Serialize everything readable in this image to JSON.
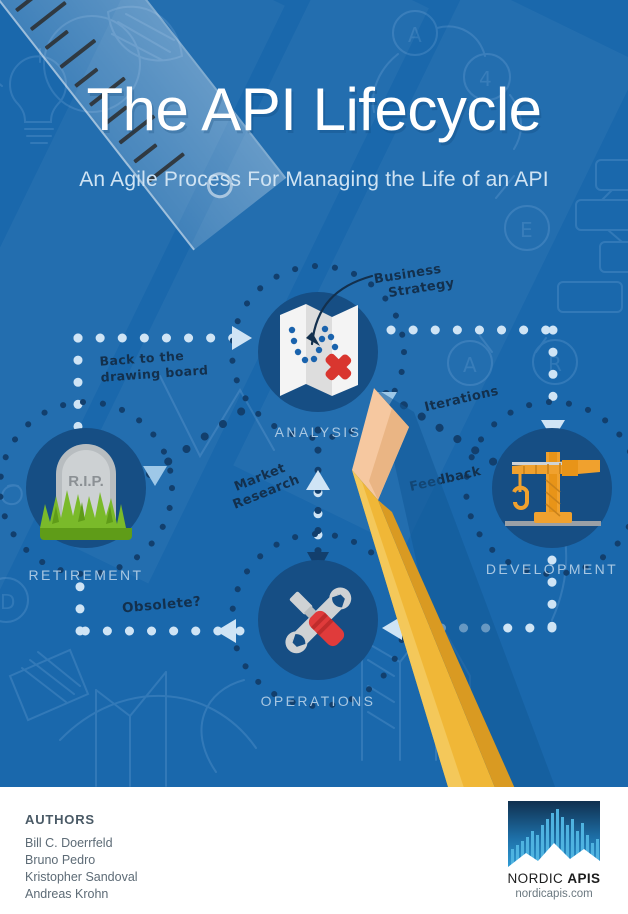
{
  "cover": {
    "title": "The API Lifecycle",
    "subtitle": "An Agile Process For Managing the Life of an API",
    "background_color": "#1a68ac",
    "node_disc_color": "#164e84",
    "label_color": "#a8c7e2"
  },
  "diagram": {
    "nodes": [
      {
        "id": "analysis",
        "label": "ANALYSIS",
        "icon": "folded-map-with-route-and-x-marker-icon"
      },
      {
        "id": "development",
        "label": "DEVELOPMENT",
        "icon": "construction-crane-icon"
      },
      {
        "id": "operations",
        "label": "OPERATIONS",
        "icon": "wrench-and-screwdriver-icon"
      },
      {
        "id": "retirement",
        "label": "RETIREMENT",
        "icon": "tombstone-rip-with-grass-icon"
      }
    ],
    "annotations": [
      {
        "id": "business-strategy",
        "text": "Business Strategy"
      },
      {
        "id": "back-to-the-drawing",
        "text": "Back to the\ndrawing board"
      },
      {
        "id": "market-research",
        "text": "Market\nResearch"
      },
      {
        "id": "iterations",
        "text": "Iterations"
      },
      {
        "id": "feedback",
        "text": "Feedback"
      },
      {
        "id": "obsolete",
        "text": "Obsolete?"
      }
    ],
    "tombstone_text": "R.I.P."
  },
  "footer": {
    "authors_heading": "AUTHORS",
    "authors": [
      "Bill C. Doerrfeld",
      "Bruno Pedro",
      "Kristopher Sandoval",
      "Andreas Krohn"
    ],
    "logo_name_light": "NORDIC ",
    "logo_name_bold": "APIS",
    "logo_url": "nordicapis.com"
  }
}
